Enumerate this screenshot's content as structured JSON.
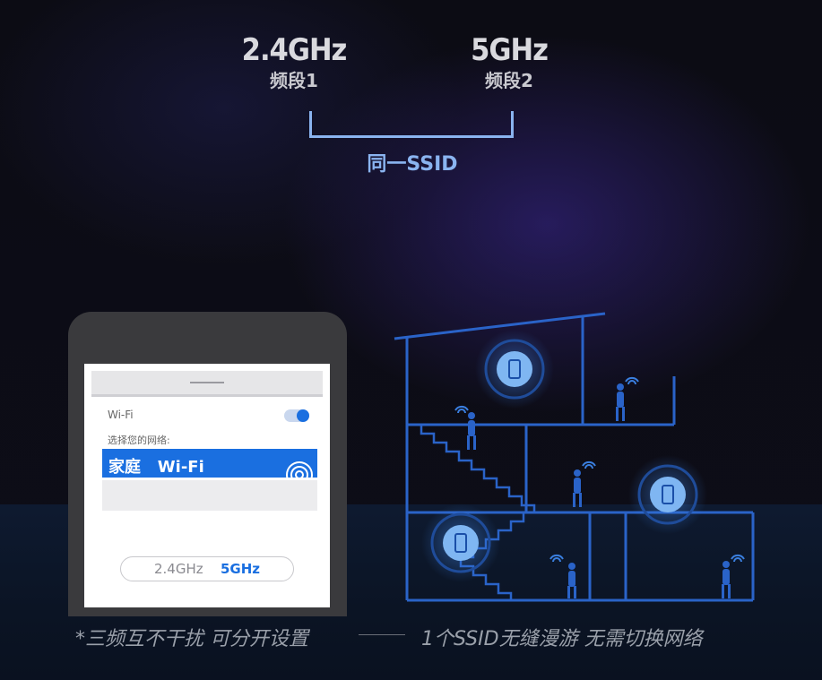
{
  "bands": [
    {
      "frequency": "2.4GHz",
      "label": "频段1"
    },
    {
      "frequency": "5GHz",
      "label": "频段2"
    }
  ],
  "bracket_label": "同一SSID",
  "phone": {
    "wifi_title": "Wi-Fi",
    "wifi_toggle_on": true,
    "choose_network": "选择您的网络:",
    "network_name": "家庭   Wi-Fi",
    "band_options": [
      "2.4GHz",
      "5GHz"
    ],
    "selected_band": "5GHz"
  },
  "captions": {
    "left": "*三频互不干扰 可分开设置",
    "right": "1个SSID无缝漫游 无需切换网络"
  },
  "colors": {
    "accent": "#1a6fe0",
    "line": "#8ab4f0",
    "house": "#2a63c8"
  }
}
